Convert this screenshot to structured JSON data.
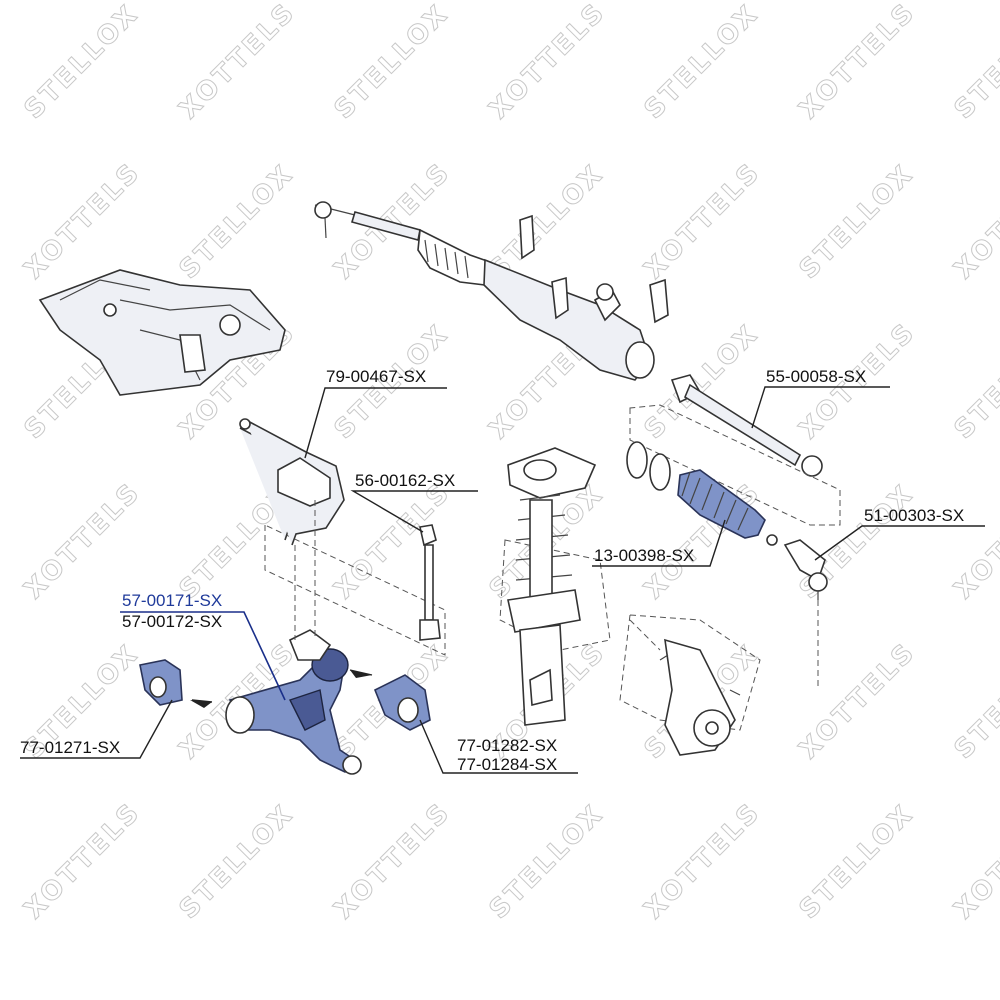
{
  "watermark": {
    "brand_a": "STELLOX",
    "brand_b": "XOTTELS"
  },
  "colors": {
    "part_blue": "#7f93c8",
    "highlight_text": "#1f3a9a",
    "line": "#222222"
  },
  "labels": {
    "stabilizer_bushing": "79-00467-SX",
    "stabilizer_link": "56-00162-SX",
    "tie_rod_inner": "55-00058-SX",
    "tie_rod_end": "51-00303-SX",
    "steering_boot": "13-00398-SX",
    "control_arm_left": "57-00171-SX",
    "control_arm_right": "57-00172-SX",
    "arm_bushing_front": "77-01271-SX",
    "arm_bushing_rear_a": "77-01282-SX",
    "arm_bushing_rear_b": "77-01284-SX"
  }
}
